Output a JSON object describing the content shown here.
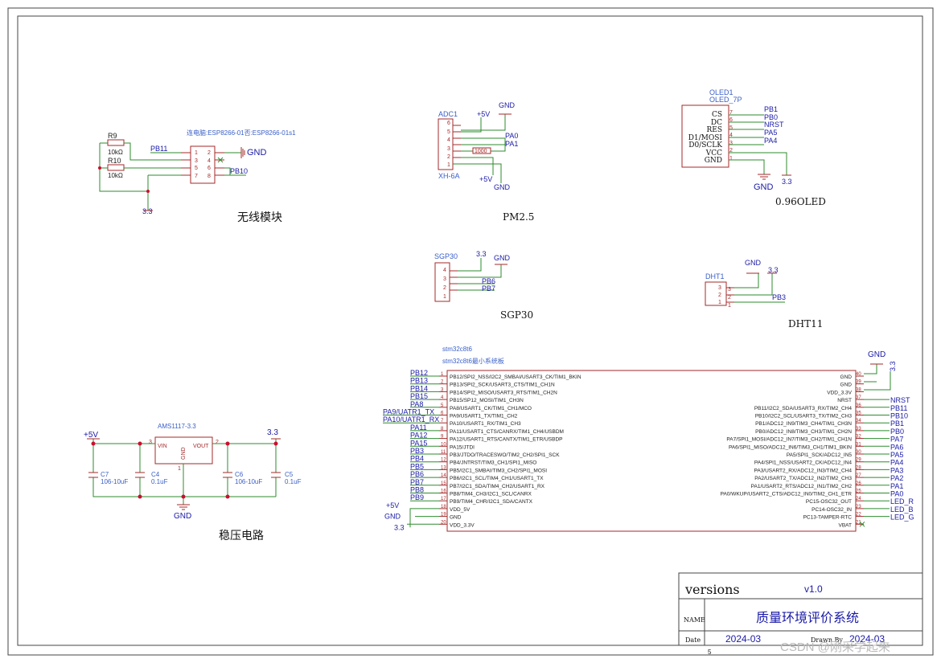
{
  "sections": {
    "wireless": "无线模块",
    "pm25": "PM2.5",
    "oled": "0.96OLED",
    "sgp30": "SGP30",
    "dht11": "DHT11",
    "regulator": "稳压电路"
  },
  "esp": {
    "title": "连电脑:ESP8266-01否:ESP8266-01s1",
    "r9": "R9",
    "r9v": "10kΩ",
    "r10": "R10",
    "r10v": "10kΩ",
    "pins": [
      "1",
      "2",
      "3",
      "4",
      "5",
      "6",
      "7",
      "8"
    ],
    "pb11": "PB11",
    "pb10": "PB10",
    "gnd": "GND",
    "v33": "3.3"
  },
  "adc": {
    "ref": "ADC1",
    "part": "XH-6A",
    "pins": [
      "6",
      "5",
      "4",
      "3",
      "2",
      "1"
    ],
    "p5v": "+5V",
    "gnd": "GND",
    "pa0": "PA0",
    "pa1": "PA1",
    "r": "1000",
    "p5v2": "+5V",
    "gnd2": "GND"
  },
  "oled": {
    "ref": "OLED1",
    "part": "OLED_7P",
    "sig": [
      "CS",
      "DC",
      "RES",
      "D1/MOSI",
      "D0/SCLK",
      "VCC",
      "GND"
    ],
    "pins": [
      "7",
      "6",
      "5",
      "4",
      "3",
      "2",
      "1"
    ],
    "nets": [
      "PB1",
      "PB0",
      "NRST",
      "PA5",
      "PA4"
    ],
    "gnd": "GND",
    "v33": "3.3"
  },
  "sgp": {
    "ref": "SGP30",
    "pins": [
      "4",
      "3",
      "2",
      "1"
    ],
    "v33": "3.3",
    "gnd": "GND",
    "pb6": "PB6",
    "pb7": "PB7"
  },
  "dht": {
    "ref": "DHT1",
    "pins": [
      "3",
      "2",
      "1"
    ],
    "gnd": "GND",
    "v33": "3.3",
    "pb3": "PB3"
  },
  "mcu": {
    "ref": "stm32c8t6",
    "name": "stm32c8t6最小系统板",
    "left": [
      {
        "n": "1",
        "f": "PB12/SPI2_NSS/I2C2_SMBAI/USART3_CK/TIM1_BKIN",
        "net": "PB12"
      },
      {
        "n": "2",
        "f": "PB13/SPI2_SCK/USART3_CTS/TIM1_CH1N",
        "net": "PB13"
      },
      {
        "n": "3",
        "f": "PB14/SPI2_MISO/USART3_RTS/TIM1_CH2N",
        "net": "PB14"
      },
      {
        "n": "4",
        "f": "PB15/SP12_MOSI/TIM1_CH3N",
        "net": "PB15"
      },
      {
        "n": "5",
        "f": "PA8/USART1_CK/TIM1_CH1/MCO",
        "net": "PA8"
      },
      {
        "n": "6",
        "f": "PA9/USART1_TX/TIM1_CH2",
        "net": "PA9/UATR1_TX"
      },
      {
        "n": "7",
        "f": "PA10/USART1_RX/TIM1_CH3",
        "net": "PA10/UATR1_RX"
      },
      {
        "n": "8",
        "f": "PA11/USART1_CTS/CANRX/TIM1_CH4/USBDM",
        "net": "PA11"
      },
      {
        "n": "9",
        "f": "PA12/USART1_RTS/CANTX/TIM1_ETR/USBDP",
        "net": "PA12"
      },
      {
        "n": "10",
        "f": "PA15/JTDI",
        "net": "PA15"
      },
      {
        "n": "11",
        "f": "PB3/JTDO/TRACESWO/TIM2_CH2/SPI1_SCK",
        "net": "PB3"
      },
      {
        "n": "12",
        "f": "PB4/JNTRST/TIM3_CH1/SPI1_MISO",
        "net": "PB4"
      },
      {
        "n": "13",
        "f": "PB5/I2C1_SMBAI/TIM3_CH2/SPI1_MOSI",
        "net": "PB5"
      },
      {
        "n": "14",
        "f": "PB6/I2C1_SCL/TIM4_CH1/USART1_TX",
        "net": "PB6"
      },
      {
        "n": "15",
        "f": "PB7/I2C1_SDA/TIM4_CH2/USART1_RX",
        "net": "PB7"
      },
      {
        "n": "16",
        "f": "PB8/TIM4_CH3/I2C1_SCL/CANRX",
        "net": "PB8"
      },
      {
        "n": "17",
        "f": "PB9/TIM4_CHR/I2C1_SDA/CANTX",
        "net": "PB9"
      },
      {
        "n": "18",
        "f": "VDD_5V",
        "net": "+5V"
      },
      {
        "n": "19",
        "f": "GND",
        "net": "GND"
      },
      {
        "n": "20",
        "f": "VDD_3.3V",
        "net": "3.3"
      }
    ],
    "right": [
      {
        "n": "40",
        "f": "GND",
        "net": ""
      },
      {
        "n": "39",
        "f": "GND",
        "net": ""
      },
      {
        "n": "38",
        "f": "VDD_3.3V",
        "net": ""
      },
      {
        "n": "37",
        "f": "NRST",
        "net": "NRST"
      },
      {
        "n": "36",
        "f": "PB11/I2C2_SDA/USART3_RX/TIM2_CH4",
        "net": "PB11"
      },
      {
        "n": "35",
        "f": "PB10/I2C2_SCL/USART3_TX/TIM2_CH3",
        "net": "PB10"
      },
      {
        "n": "34",
        "f": "PB1/ADC12_IN9/TIM3_CH4/TIM1_CH3N",
        "net": "PB1"
      },
      {
        "n": "33",
        "f": "PB0/ADC12_IN8/TIM3_CH3/TIM1_CH2N",
        "net": "PB0"
      },
      {
        "n": "32",
        "f": "PA7/SPI1_MOSI/ADC12_IN7/TIM3_CH2/TIM1_CH1N",
        "net": "PA7"
      },
      {
        "n": "31",
        "f": "PA6/SPI1_MISO/ADC12_IN6/TIM3_CH1/TIM1_BKIN",
        "net": "PA6"
      },
      {
        "n": "30",
        "f": "PA5/SPI1_SCK/ADC12_IN5",
        "net": "PA5"
      },
      {
        "n": "29",
        "f": "PA4/SPI1_NSS/USART2_CK/ADC12_IN4",
        "net": "PA4"
      },
      {
        "n": "28",
        "f": "PA3/USART2_RX/ADC12_IN3/TIM2_CH4",
        "net": "PA3"
      },
      {
        "n": "27",
        "f": "PA2/USART2_TX/ADC12_IN2/TIM2_CH3",
        "net": "PA2"
      },
      {
        "n": "26",
        "f": "PA1/USART2_RTS/ADC12_IN1/TIM2_CH2",
        "net": "PA1"
      },
      {
        "n": "25",
        "f": "PA0/WKUP/USART2_CTS/ADC12_IN0/TIM2_CH1_ETR",
        "net": "PA0"
      },
      {
        "n": "24",
        "f": "PC15-OSC32_OUT",
        "net": "LED_R"
      },
      {
        "n": "23",
        "f": "PC14-OSC32_IN",
        "net": "LED_B"
      },
      {
        "n": "22",
        "f": "PC13-TAMPER-RTC",
        "net": "LED_G"
      },
      {
        "n": "21",
        "f": "VBAT",
        "net": ""
      }
    ],
    "gnd": "GND",
    "v33": "3.3"
  },
  "reg": {
    "part": "AMS1117-3.3",
    "vin": "VIN",
    "vout": "VOUT",
    "gndpin": "GND",
    "p3": "3",
    "p2": "2",
    "p1": "1",
    "p5v": "+5V",
    "v33": "3.3",
    "gnd": "GND",
    "c7": "C7",
    "c7v": "106-10uF",
    "c4": "C4",
    "c4v": "0.1uF",
    "c6": "C6",
    "c6v": "106-10uF",
    "c5": "C5",
    "c5v": "0.1uF"
  },
  "tb": {
    "versions": "versions",
    "ver": "v1.0",
    "name": "NAME",
    "title": "质量环境评价系统",
    "date": "Date",
    "dateval": "2024-03",
    "drawn": "Drawn By",
    "drawnval": "2024-03",
    "sheet": "5",
    "wm": "CSDN @刚采学起来"
  }
}
